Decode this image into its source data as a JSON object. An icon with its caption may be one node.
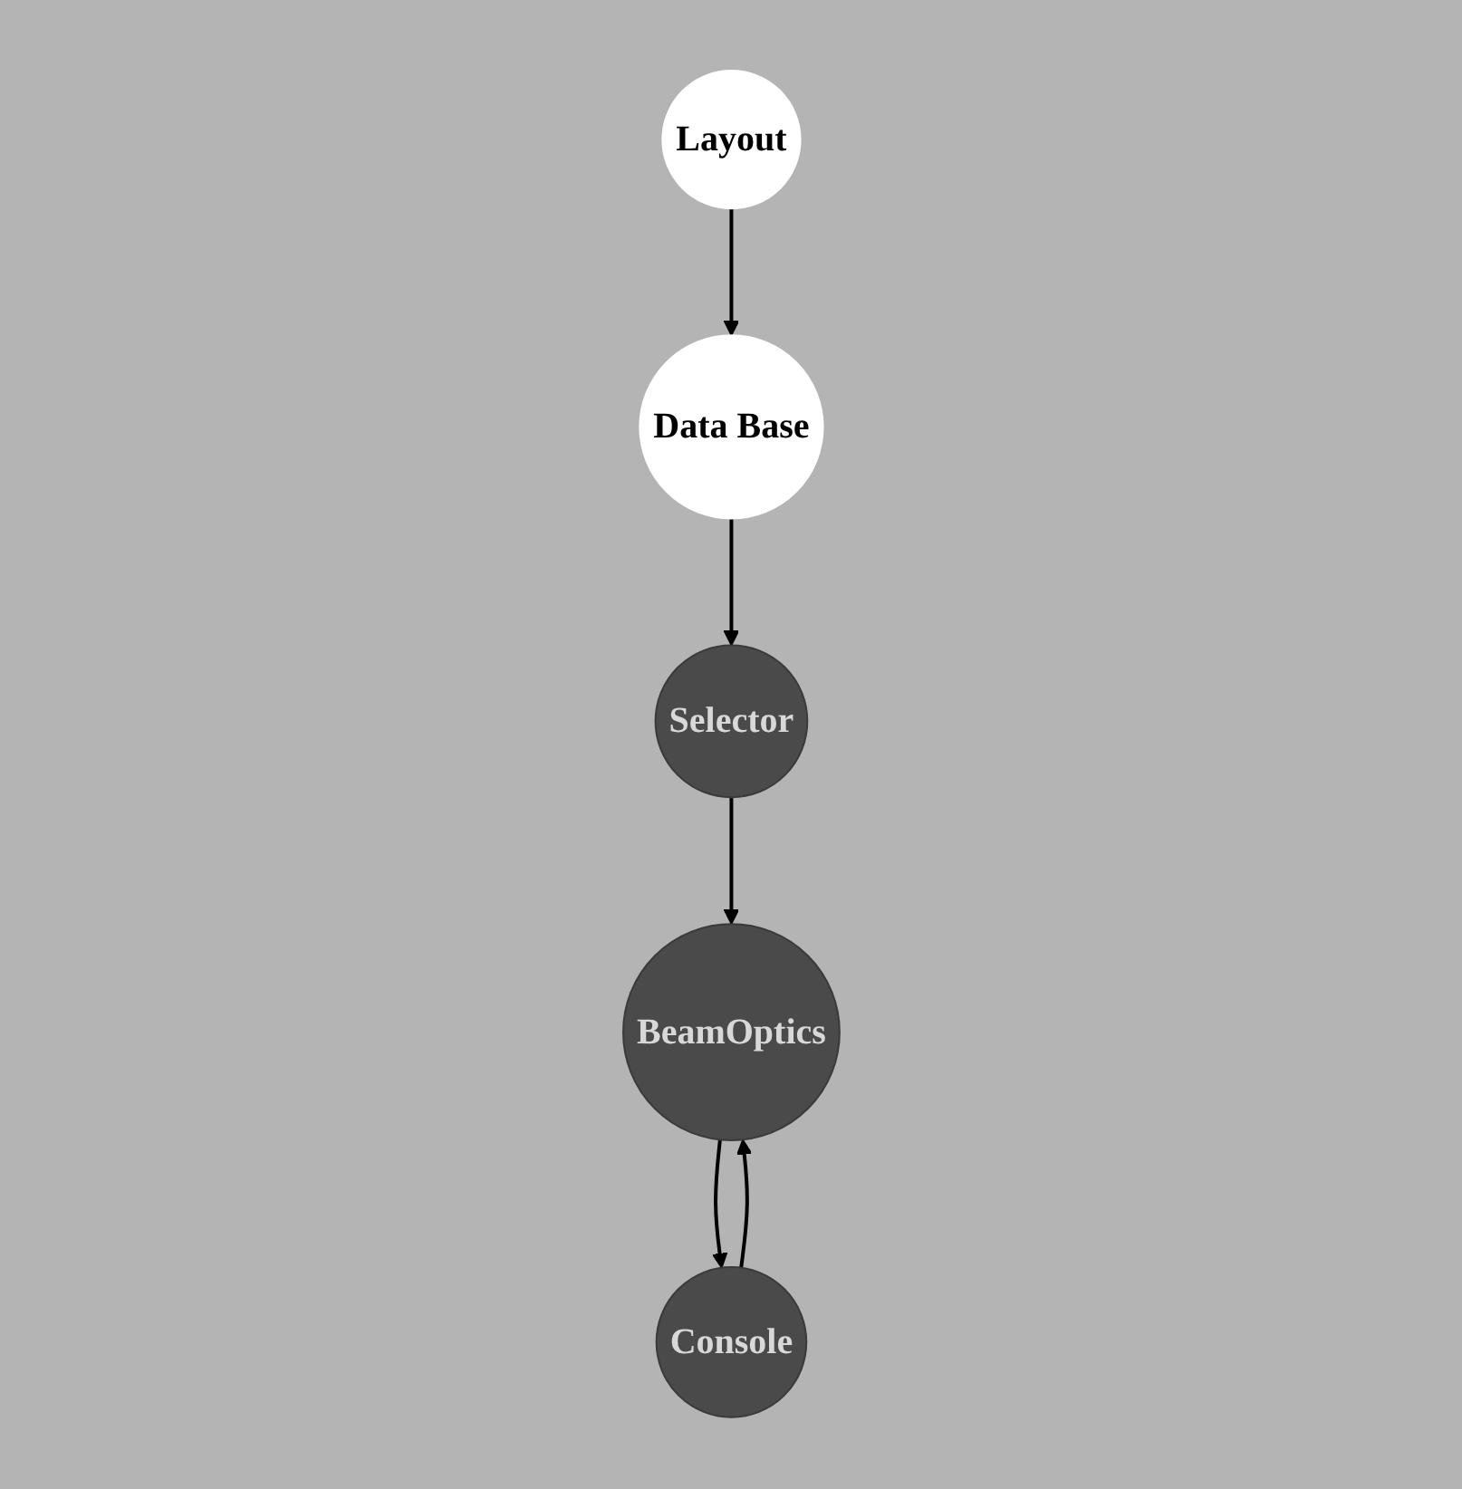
{
  "diagram": {
    "nodes": [
      {
        "text": [
          "Layout"
        ]
      },
      {
        "text": [
          "Data Base"
        ]
      },
      {
        "text": [
          "Console"
        ]
      },
      {
        "text": [
          "BeamOptics"
        ]
      },
      {
        "text": [
          "Selector"
        ]
      }
    ],
    "edges": [
      {
        "from": 0,
        "to": 1,
        "arrow": "to"
      },
      {
        "from": 1,
        "to": 4,
        "arrow": "to"
      },
      {
        "from": 4,
        "to": 3,
        "arrow": "to"
      },
      {
        "from": 3,
        "to": 2,
        "arrow": "to"
      },
      {
        "from": 2,
        "to": 3,
        "arrow": "to"
      }
    ]
  }
}
